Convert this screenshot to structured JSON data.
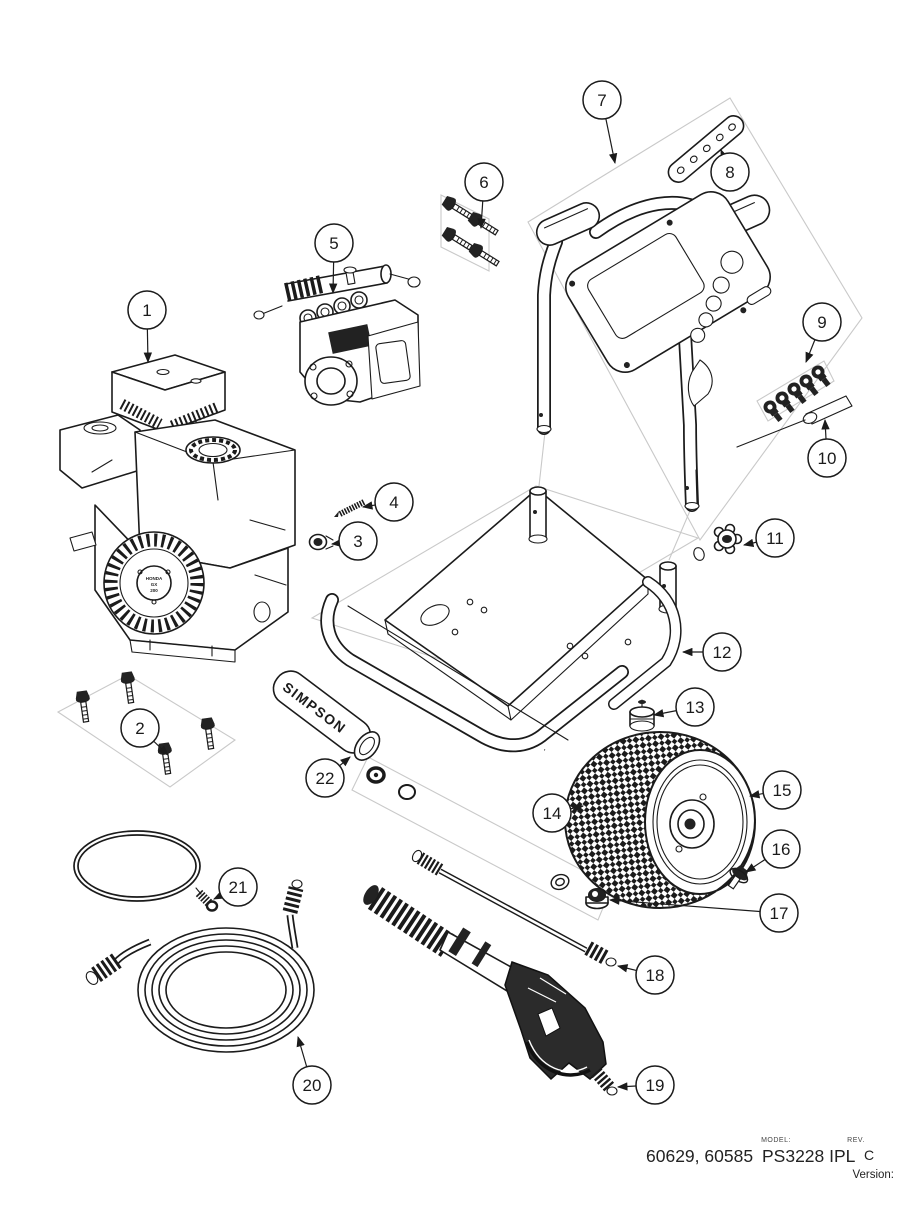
{
  "diagram": {
    "callouts": [
      {
        "number": "1"
      },
      {
        "number": "2"
      },
      {
        "number": "3"
      },
      {
        "number": "4"
      },
      {
        "number": "5"
      },
      {
        "number": "6"
      },
      {
        "number": "7"
      },
      {
        "number": "8"
      },
      {
        "number": "9"
      },
      {
        "number": "10"
      },
      {
        "number": "11"
      },
      {
        "number": "12"
      },
      {
        "number": "13"
      },
      {
        "number": "14"
      },
      {
        "number": "15"
      },
      {
        "number": "16"
      },
      {
        "number": "17"
      },
      {
        "number": "18"
      },
      {
        "number": "19"
      },
      {
        "number": "20"
      },
      {
        "number": "21"
      },
      {
        "number": "22"
      }
    ]
  },
  "branding": {
    "grip_label": "SIMPSON",
    "engine_label_line1": "HONDA",
    "engine_label_line2": "GX",
    "engine_label_line3": "200"
  },
  "footer": {
    "model_label": "MODEL:",
    "model_numbers": "60629, 60585",
    "model_name": "PS3228 IPL",
    "rev_label": "REV.",
    "rev_value": "C",
    "version_label": "Version:"
  }
}
